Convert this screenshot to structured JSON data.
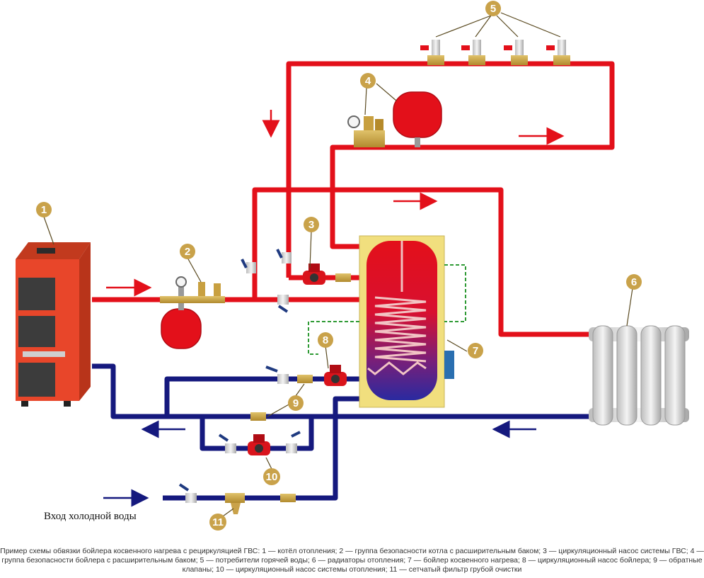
{
  "colors": {
    "hot": "#e3101a",
    "cold": "#15197e",
    "marker": "#c9a24a",
    "leader": "#5a4a20",
    "tank_case": "#f1df7e",
    "boiler": "#e8462a",
    "control": "#2f9a35"
  },
  "markers": [
    {
      "id": "1",
      "label": "1"
    },
    {
      "id": "2",
      "label": "2"
    },
    {
      "id": "3",
      "label": "3"
    },
    {
      "id": "4",
      "label": "4"
    },
    {
      "id": "5",
      "label": "5"
    },
    {
      "id": "6",
      "label": "6"
    },
    {
      "id": "7",
      "label": "7"
    },
    {
      "id": "8",
      "label": "8"
    },
    {
      "id": "9",
      "label": "9"
    },
    {
      "id": "10",
      "label": "10"
    },
    {
      "id": "11",
      "label": "11"
    }
  ],
  "inlet_label": "Вход холодной воды",
  "caption": "Пример схемы обвязки бойлера косвенного нагрева с рециркуляцией ГВС: 1 — котёл отопления; 2 — группа безопасности котла с расширительным баком; 3 — циркуляционный насос системы ГВС; 4 — группа безопасности бойлера с расширительным баком; 5 — потребители горячей воды; 6 — радиаторы отопления; 7 — бойлер косвенного нагрева; 8 — циркуляционный насос бойлера; 9 — обратные клапаны; 10 — циркуляционный насос системы отопления; 11 — сетчатый фильтр грубой очистки",
  "icons": [
    "boiler-icon",
    "pump-icon",
    "expansion-tank-icon",
    "radiator-icon",
    "ball-valve-icon",
    "check-valve-icon",
    "strainer-icon",
    "pressure-gauge-icon",
    "flow-arrow-icon"
  ]
}
